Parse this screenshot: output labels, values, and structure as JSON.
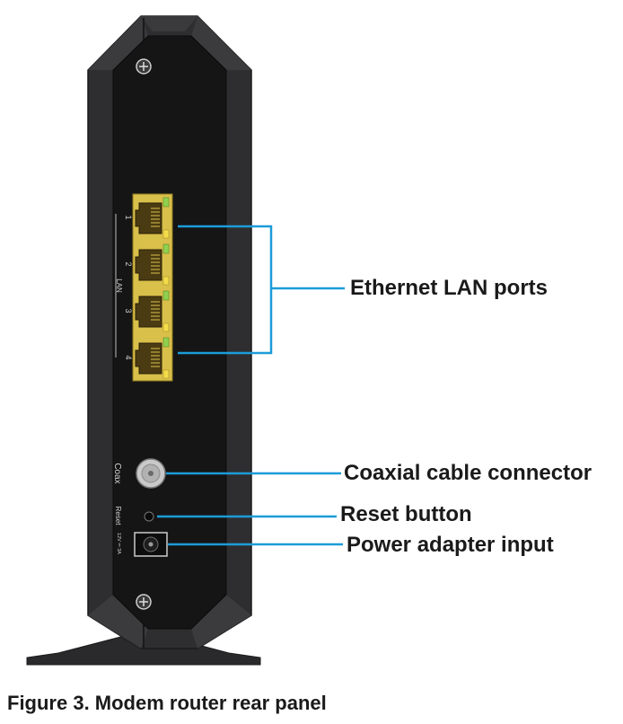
{
  "device": {
    "port_numbers": [
      "1",
      "2",
      "3",
      "4"
    ],
    "lan_label": "LAN",
    "coax_label": "Coax",
    "reset_label": "Reset",
    "power_rating": "12V ⎓ 3A"
  },
  "callouts": {
    "ethernet": "Ethernet LAN ports",
    "coax": "Coaxial cable connector",
    "reset": "Reset button",
    "power": "Power adapter input"
  },
  "caption": "Figure 3. Modem router rear panel",
  "colors": {
    "body": "#2e2e30",
    "panel": "#151515",
    "port_frame": "#d9c04a",
    "callout_line": "#1c9cd8",
    "led_green": "#8fd14f",
    "led_yellow": "#f3dc4a"
  }
}
